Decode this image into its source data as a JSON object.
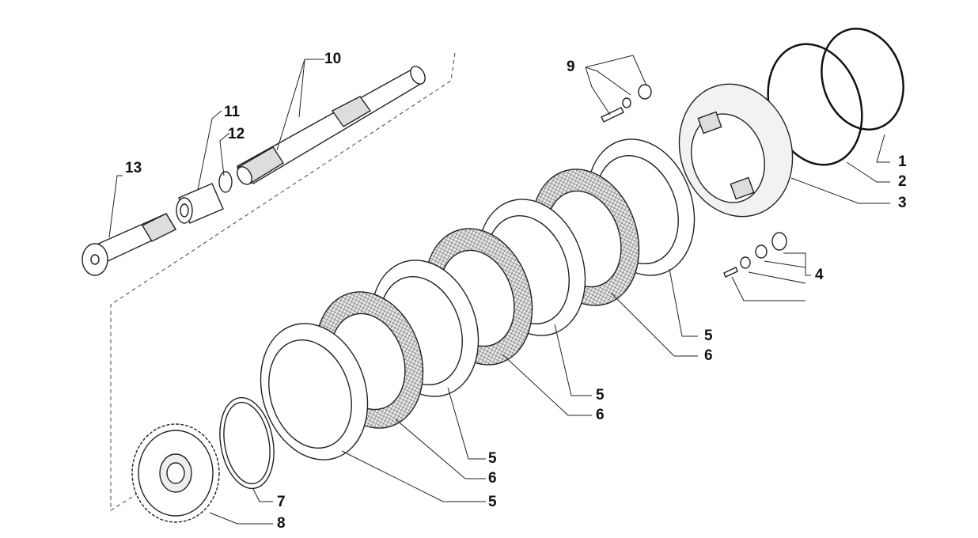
{
  "diagram": {
    "title": "Clutch pack exploded view",
    "callouts": {
      "c1": "1",
      "c2": "2",
      "c3": "3",
      "c4": "4",
      "c5a": "5",
      "c5b": "5",
      "c5c": "5",
      "c5d": "5",
      "c6a": "6",
      "c6b": "6",
      "c6c": "6",
      "c7": "7",
      "c8": "8",
      "c9": "9",
      "c10": "10",
      "c11": "11",
      "c12": "12",
      "c13": "13"
    }
  }
}
